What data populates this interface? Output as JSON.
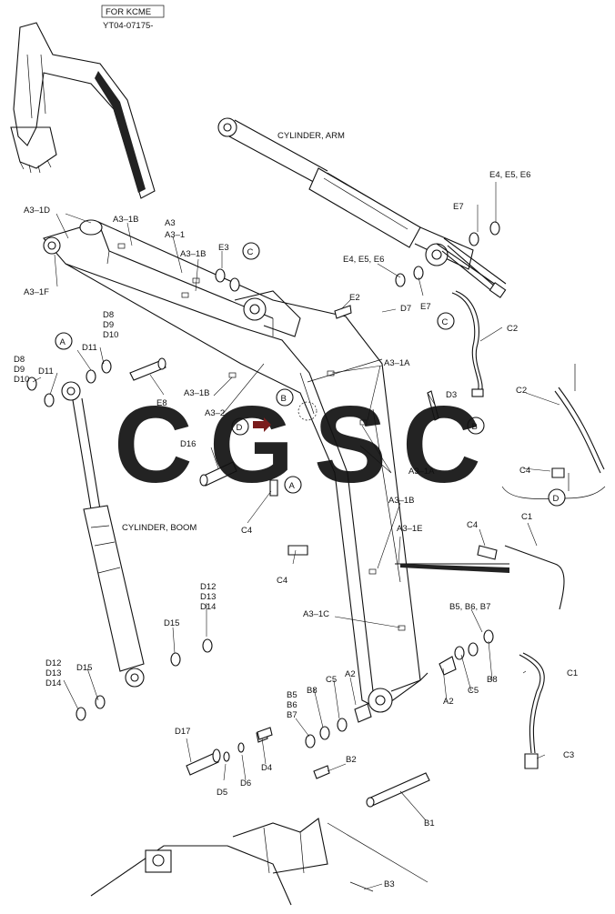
{
  "header": {
    "kcme_box": "FOR KCME",
    "part_number": "YT04-07175-"
  },
  "titles": {
    "cylinder_arm": "CYLINDER, ARM",
    "cylinder_boom": "CYLINDER, BOOM"
  },
  "detail_markers": [
    "A",
    "B",
    "C",
    "D"
  ],
  "watermark": {
    "letters": [
      "C",
      "G",
      "S",
      "C"
    ],
    "colors": [
      "#5b8fe6",
      "#ef6b6b",
      "#f2cc4b",
      "#3e9e74"
    ]
  },
  "callouts": {
    "a3_1d": "A3–1D",
    "a3_1b_top": "A3–1B",
    "a3": "A3",
    "a3_1": "A3–1",
    "a3_1b_mid": "A3–1B",
    "e3": "E3",
    "a3_1f": "A3–1F",
    "e4e5e6_top": "E4, E5, E6",
    "e7_top": "E7",
    "e4e5e6_mid": "E4, E5, E6",
    "e7_mid": "E7",
    "e2": "E2",
    "d7": "D7",
    "c2_top": "C2",
    "a3_1a_top": "A3–1A",
    "d3": "D3",
    "a3_1b_left": "A3–1B",
    "a3_2": "A3–2",
    "e8": "E8",
    "d8_a": "D8",
    "d9_a": "D9",
    "d10_a": "D10",
    "d11_a": "D11",
    "d8_b": "D8",
    "d9_b": "D9",
    "d10_b": "D10",
    "d11_b": "D11",
    "d16": "D16",
    "c4_a": "C4",
    "a3_1a_mid": "A3–1A",
    "c2_detail": "C2",
    "c4_detail": "C4",
    "a3_1b_low": "A3–1B",
    "a3_1e": "A3–1E",
    "c4_b": "C4",
    "c1_top": "C1",
    "c4_c": "C4",
    "a3_1c": "A3–1C",
    "b5b6b7_right": "B5, B6, B7",
    "b8_right": "B8",
    "c5_right": "C5",
    "a2_right": "A2",
    "c1_low": "C1",
    "c3": "C3",
    "d12_a": "D12",
    "d13_a": "D13",
    "d14_a": "D14",
    "d15_a": "D15",
    "d12_b": "D12",
    "d13_b": "D13",
    "d14_b": "D14",
    "d15_b": "D15",
    "b5": "B5",
    "b6": "B6",
    "b7": "B7",
    "b8_left": "B8",
    "c5_left": "C5",
    "a2_left": "A2",
    "d17": "D17",
    "d5": "D5",
    "d6": "D6",
    "d4": "D4",
    "b2": "B2",
    "b1": "B1",
    "b3": "B3"
  }
}
